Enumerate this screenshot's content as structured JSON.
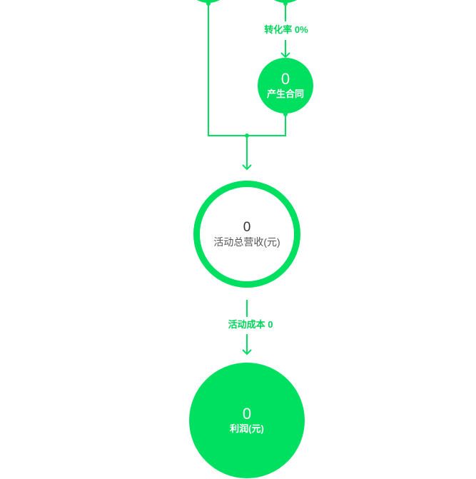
{
  "colors": {
    "accent": "#00e060",
    "text_dark": "#333333",
    "background": "#ffffff"
  },
  "edges": {
    "conversion_label": "转化率 0%",
    "cost_label": "活动成本 0"
  },
  "nodes": {
    "contracts": {
      "value": "0",
      "label": "产生合同"
    },
    "total_revenue": {
      "value": "0",
      "label": "活动总营收(元)"
    },
    "profit": {
      "value": "0",
      "label": "利润(元)"
    }
  }
}
